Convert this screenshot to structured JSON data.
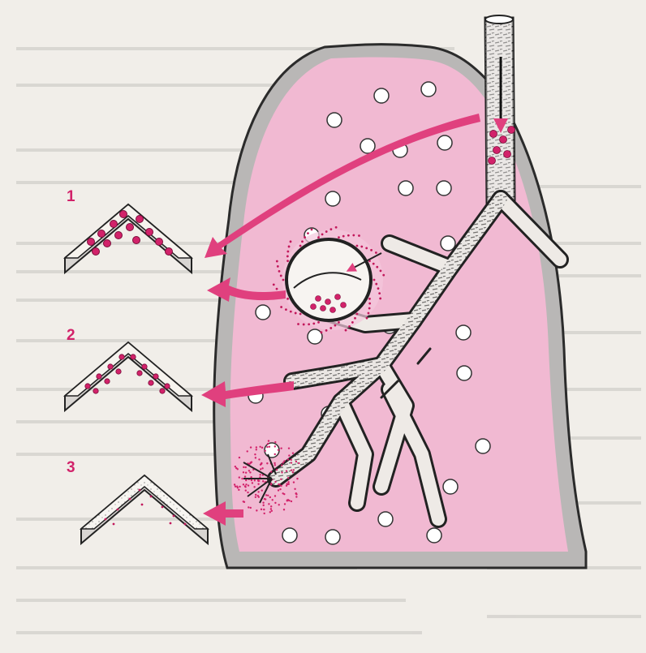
{
  "diagram": {
    "labels": [
      {
        "id": "1",
        "text": "1"
      },
      {
        "id": "2",
        "text": "2"
      },
      {
        "id": "3",
        "text": "3"
      }
    ],
    "colors": {
      "lung_fill": "#f1b9d2",
      "lung_edge": "#b5b3b3",
      "arrow": "#e0407e",
      "particle": "#c2185b",
      "outline": "#222222",
      "background": "#f1eee9"
    }
  }
}
